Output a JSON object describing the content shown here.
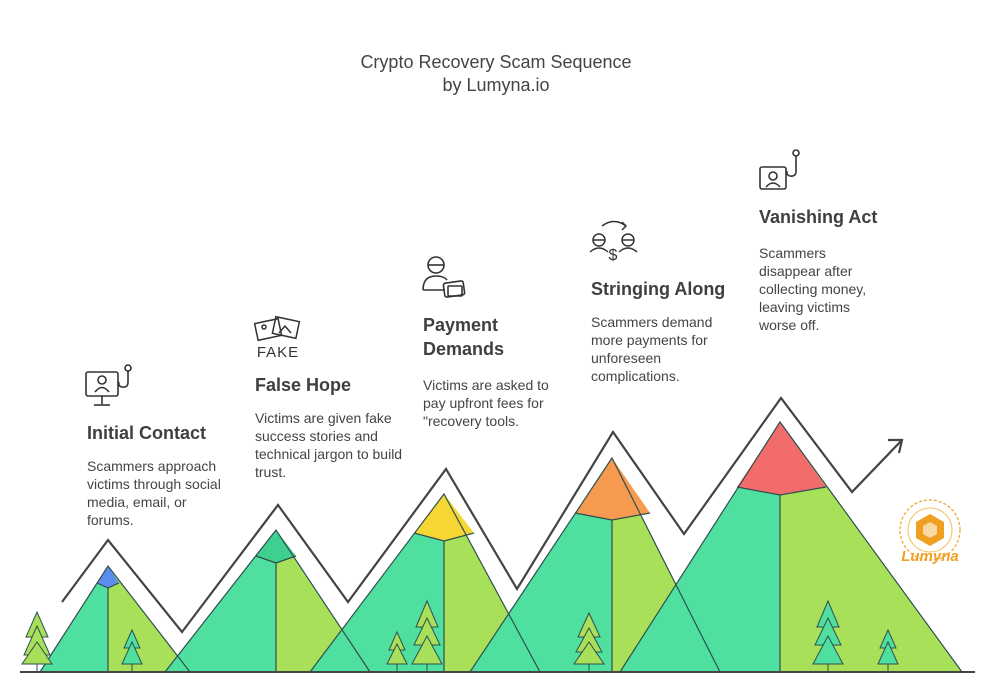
{
  "header": {
    "title": "Crypto Recovery Scam Sequence",
    "subtitle": "by Lumyna.io"
  },
  "steps": [
    {
      "title": "Initial Contact",
      "description": "Scammers approach victims through social media, email, or forums.",
      "icon": "computer-hook-icon",
      "peak_color": "#5b8def"
    },
    {
      "title": "False Hope",
      "description": "Victims are given fake success stories and technical jargon to build trust.",
      "icon": "fake-photos-icon",
      "peak_color": "#3fcf8e"
    },
    {
      "title": "Payment Demands",
      "description": "Victims are asked to pay upfront fees for \"recovery tools.",
      "icon": "person-wallet-icon",
      "peak_color": "#f5d633"
    },
    {
      "title": "Stringing Along",
      "description": "Scammers demand more payments for unforeseen complications.",
      "icon": "people-money-exchange-icon",
      "peak_color": "#f59a4f"
    },
    {
      "title": "Vanishing Act",
      "description": "Scammers disappear after collecting money, leaving victims worse off.",
      "icon": "profile-hook-icon",
      "peak_color": "#f26c6c"
    }
  ],
  "logo": {
    "text": "Lumyna",
    "color": "#f0a020"
  }
}
